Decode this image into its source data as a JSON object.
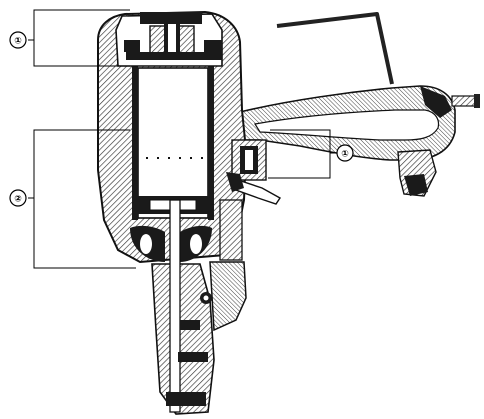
{
  "callouts": [
    {
      "id": "seal-upper",
      "label": "①"
    },
    {
      "id": "seal-lower",
      "label": "②"
    },
    {
      "id": "seal-trigger",
      "label": "①"
    }
  ],
  "colors": {
    "ink": "#111111",
    "hatch": "#555555",
    "fill_light": "#ffffff",
    "fill_dark": "#1a1a1a",
    "background": "#ffffff"
  }
}
